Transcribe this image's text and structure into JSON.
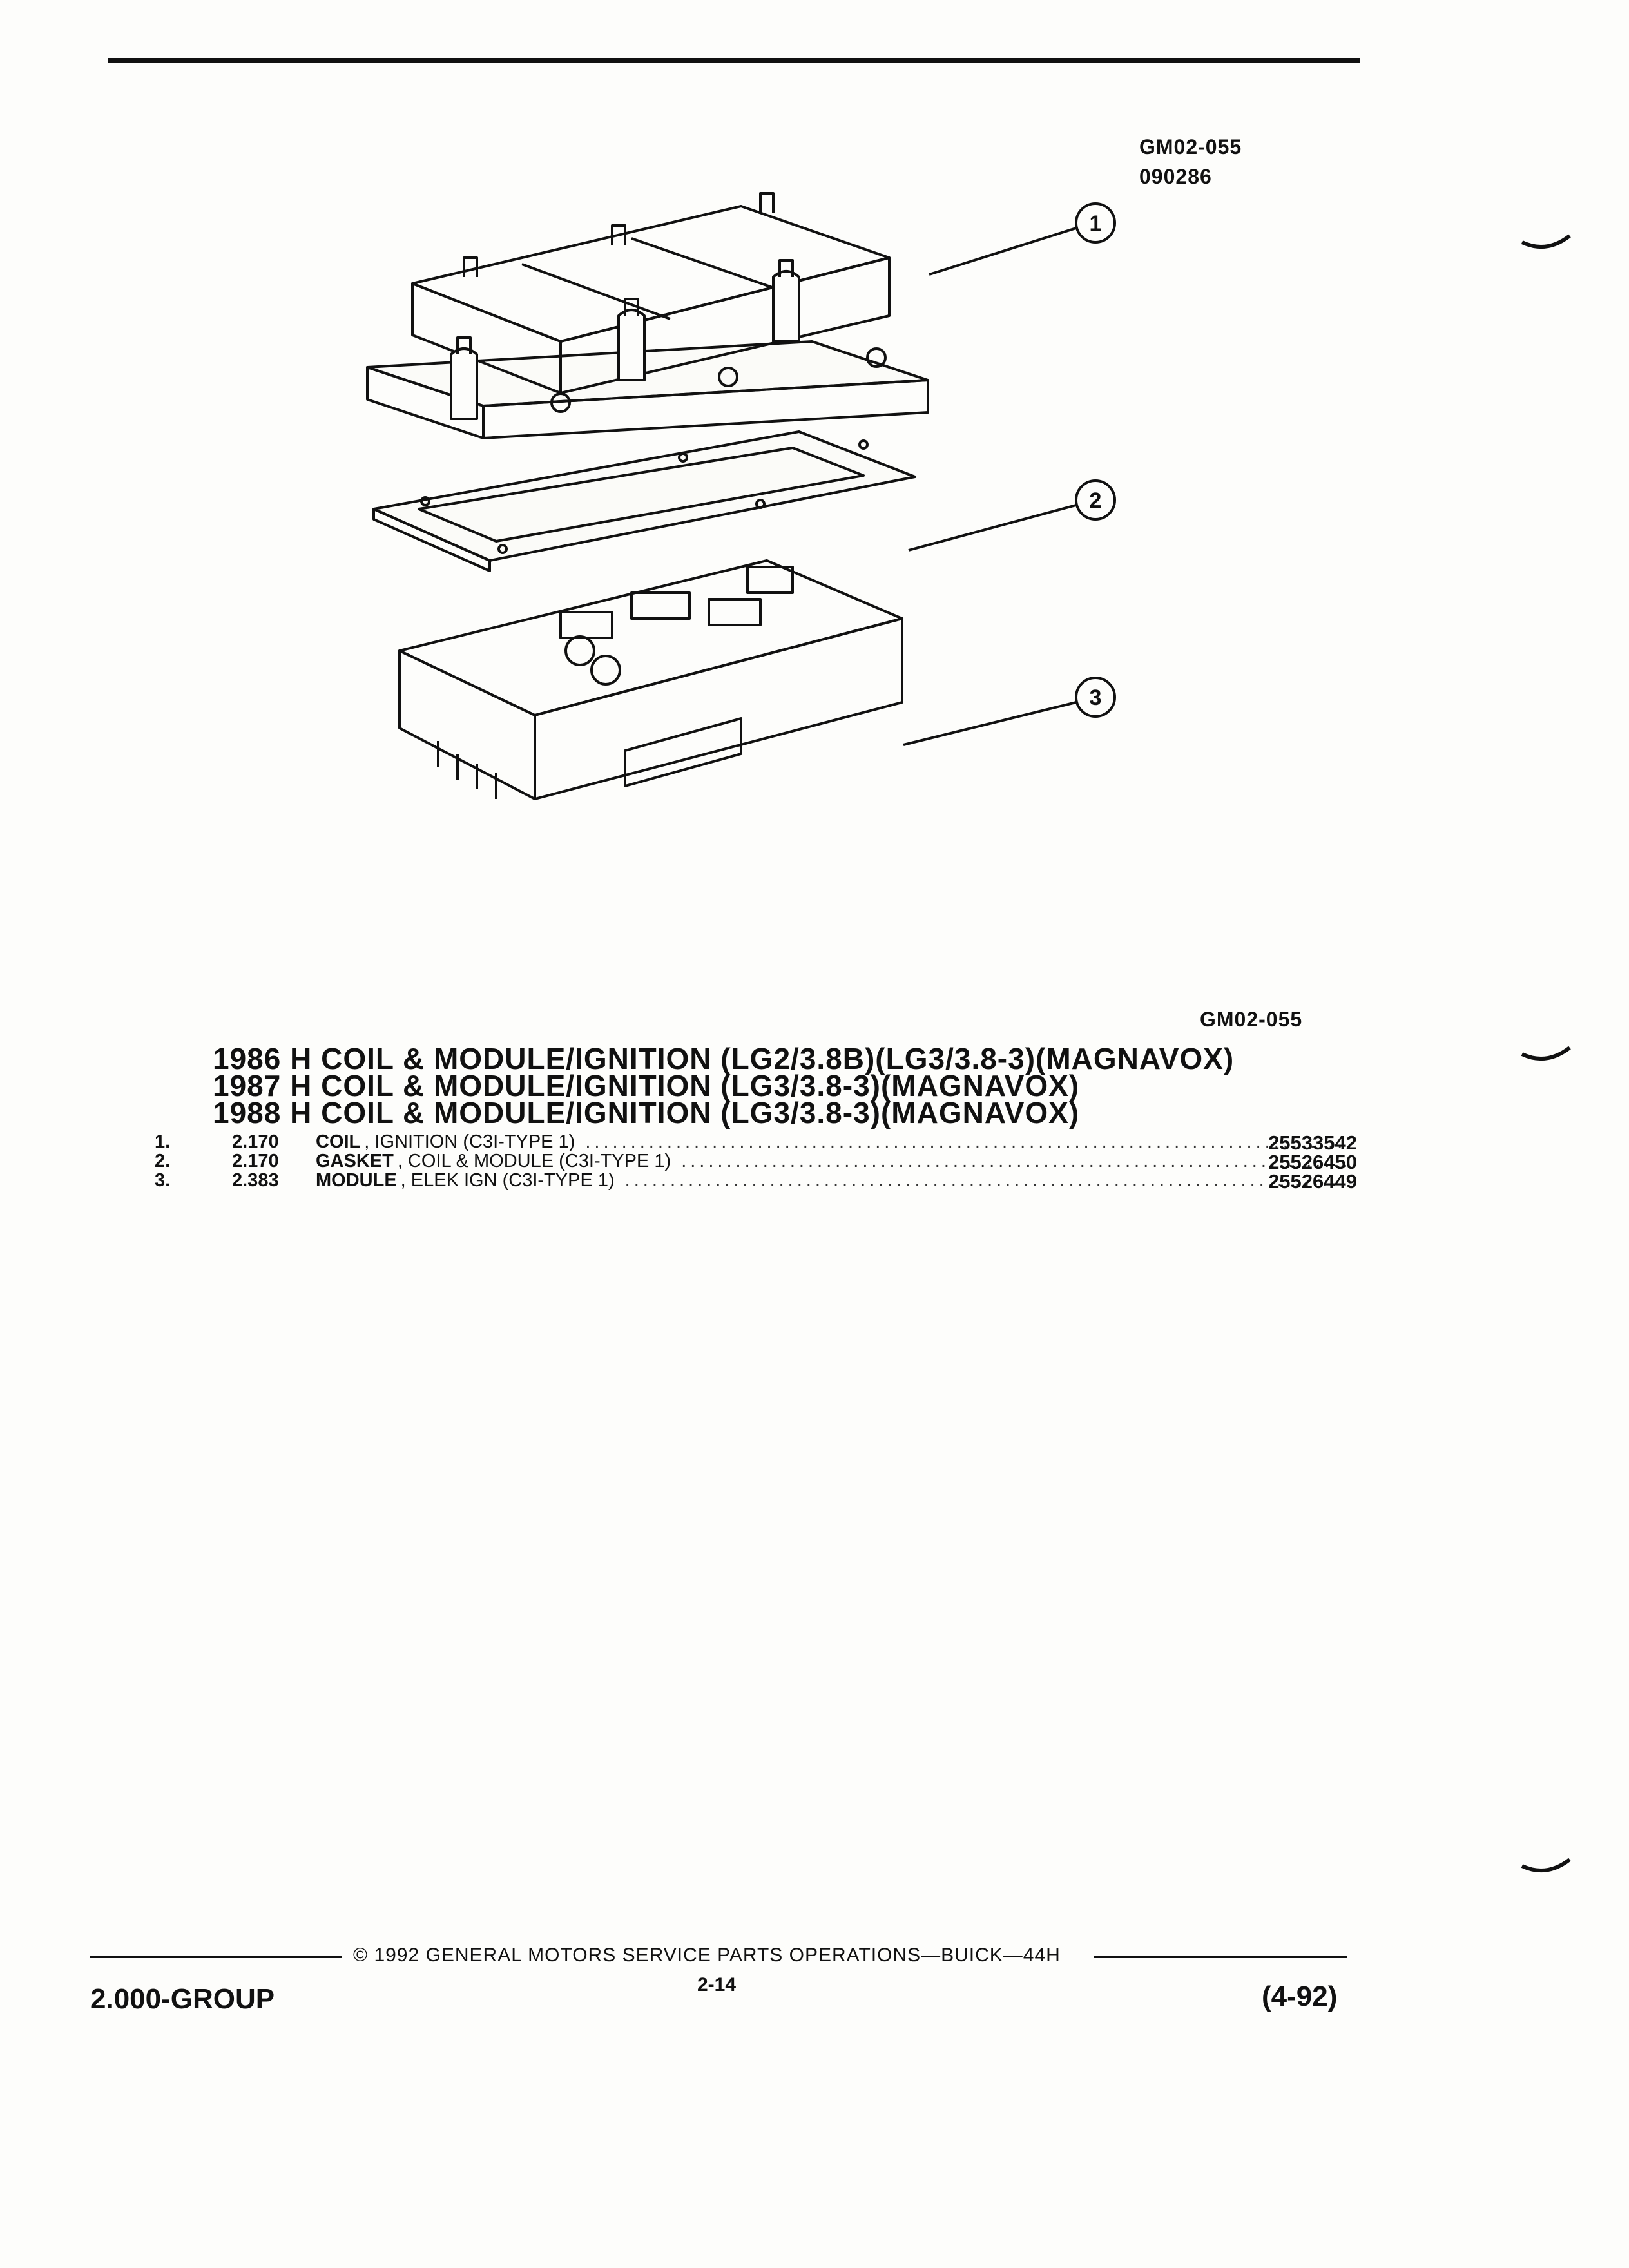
{
  "figure": {
    "code_top": "GM02-055",
    "date_code": "090286",
    "code_bottom": "GM02-055",
    "callouts": [
      "1",
      "2",
      "3"
    ]
  },
  "titles": [
    "1986 H COIL & MODULE/IGNITION (LG2/3.8B)(LG3/3.8-3)(MAGNAVOX)",
    "1987 H COIL & MODULE/IGNITION (LG3/3.8-3)(MAGNAVOX)",
    "1988 H COIL & MODULE/IGNITION (LG3/3.8-3)(MAGNAVOX)"
  ],
  "parts": [
    {
      "num": "1.",
      "code": "2.170",
      "name": "COIL",
      "desc": ", IGNITION (C3I-TYPE 1)",
      "part_number": "25533542"
    },
    {
      "num": "2.",
      "code": "2.170",
      "name": "GASKET",
      "desc": ", COIL & MODULE (C3I-TYPE 1)",
      "part_number": "25526450"
    },
    {
      "num": "3.",
      "code": "2.383",
      "name": "MODULE",
      "desc": ", ELEK IGN (C3I-TYPE 1)",
      "part_number": "25526449"
    }
  ],
  "footer": {
    "group": "2.000-GROUP",
    "copyright": "© 1992 GENERAL MOTORS SERVICE PARTS OPERATIONS—BUICK—44H",
    "page": "2-14",
    "date": "(4-92)"
  }
}
